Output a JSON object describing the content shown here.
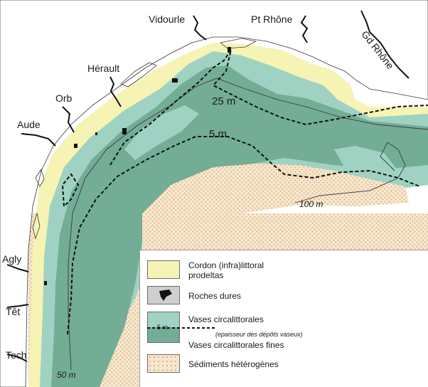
{
  "rivers": {
    "vidourle": "Vidourle",
    "pt_rhone": "Pt Rhône",
    "gd_rhone": "Gd Rhône",
    "herault": "Hérault",
    "orb": "Orb",
    "aude": "Aude",
    "agly": "Agly",
    "tet": "Têt",
    "tech": "Tech"
  },
  "isobaths": {
    "m25": "25 m",
    "m5": "5 m",
    "m100": "100 m",
    "m50": "50 m"
  },
  "legend": {
    "cordon_line1": "Cordon (infra)littoral",
    "cordon_line2": "prodeltas",
    "roches": "Roches dures",
    "vases": "Vases circalittorales",
    "line_label": "5 m",
    "line_note": "(epaisseur des dépôts vaseux)",
    "vases_fines": "Vases circalittorales fines",
    "heterogenes": "Sédiments hétérogènes"
  },
  "colors": {
    "cordon": "#f6f3b4",
    "vases": "#9fd2c2",
    "vases_fines": "#73ad96",
    "heterogenes": "#f3d9b6",
    "roches": "#111111",
    "land": "#ffffff"
  }
}
